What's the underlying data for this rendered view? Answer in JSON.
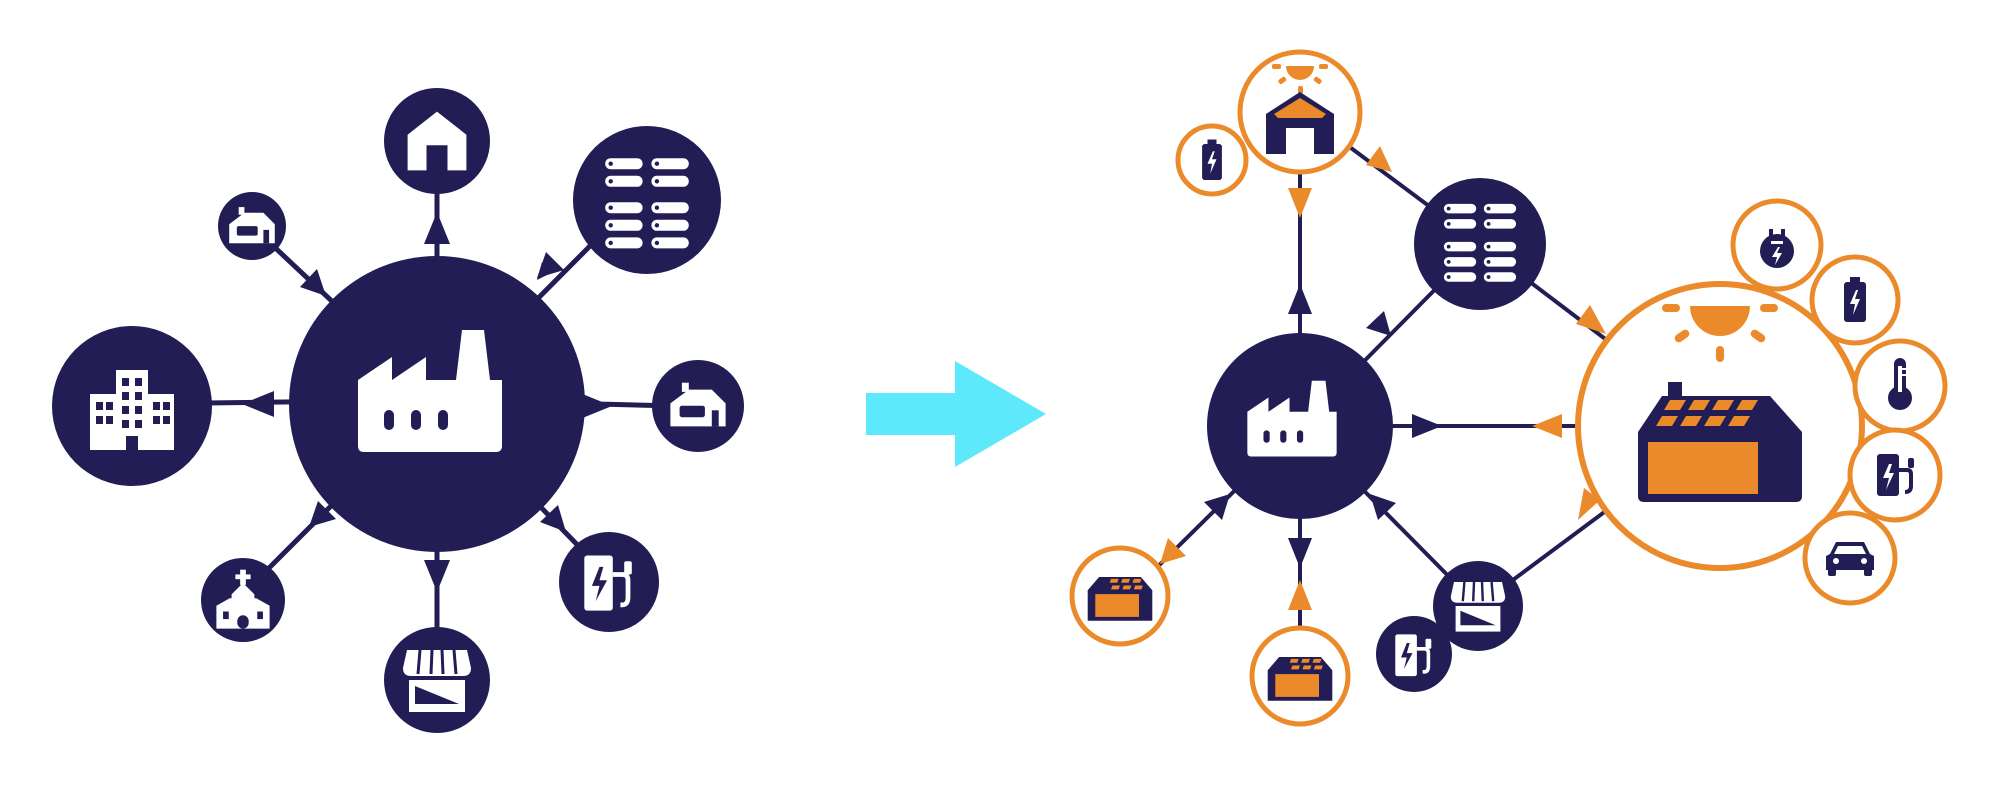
{
  "colors": {
    "navy": "#221d54",
    "orange": "#ea8a2a",
    "arrow": "#5ee8fb",
    "white": "#ffffff"
  },
  "centralized": {
    "hub": {
      "icon": "factory-icon"
    },
    "nodes": [
      {
        "name": "house",
        "icon": "house-icon"
      },
      {
        "name": "data-center",
        "icon": "server-rack-icon"
      },
      {
        "name": "home-east",
        "icon": "small-home-icon"
      },
      {
        "name": "ev-charger",
        "icon": "ev-charger-icon"
      },
      {
        "name": "store",
        "icon": "store-icon"
      },
      {
        "name": "church",
        "icon": "church-icon"
      },
      {
        "name": "office",
        "icon": "office-building-icon"
      },
      {
        "name": "home-northwest",
        "icon": "small-home-icon"
      }
    ]
  },
  "transition": {
    "icon": "right-arrow-icon"
  },
  "distributed": {
    "hub": {
      "icon": "factory-icon"
    },
    "microgrid": {
      "icon": "solar-building-icon",
      "accessories": [
        "battery-icon",
        "battery-icon",
        "thermostat-icon",
        "ev-charger-icon",
        "car-icon"
      ]
    },
    "nodes": [
      {
        "name": "solar-house",
        "icon": "solar-house-icon"
      },
      {
        "name": "battery",
        "icon": "battery-icon"
      },
      {
        "name": "data-center",
        "icon": "server-rack-icon"
      },
      {
        "name": "store",
        "icon": "store-icon"
      },
      {
        "name": "ev-charger",
        "icon": "ev-charger-icon"
      },
      {
        "name": "solar-home-south",
        "icon": "solar-home-icon"
      },
      {
        "name": "solar-home-southwest",
        "icon": "solar-home-icon"
      }
    ]
  }
}
